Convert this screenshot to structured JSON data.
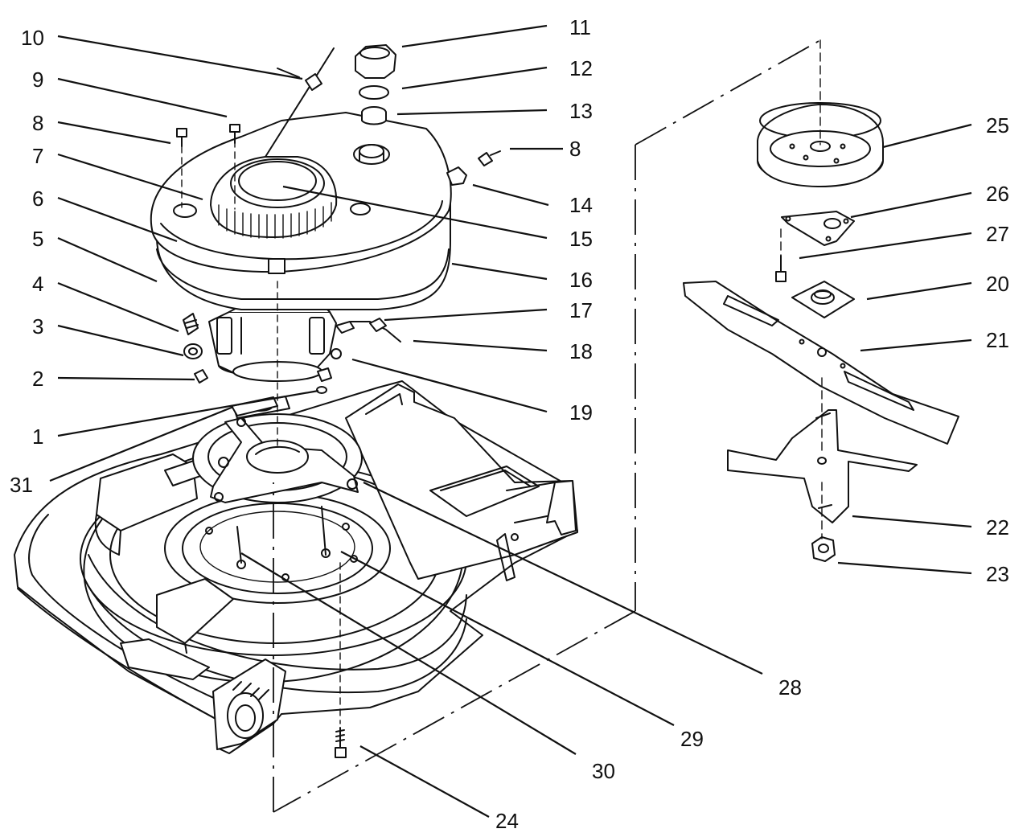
{
  "diagram": {
    "callouts": [
      {
        "id": "c10-label",
        "text": "10"
      },
      {
        "id": "c9-label",
        "text": "9"
      },
      {
        "id": "c8a-label",
        "text": "8"
      },
      {
        "id": "c7-label",
        "text": "7"
      },
      {
        "id": "c6-label",
        "text": "6"
      },
      {
        "id": "c5-label",
        "text": "5"
      },
      {
        "id": "c4-label",
        "text": "4"
      },
      {
        "id": "c3-label",
        "text": "3"
      },
      {
        "id": "c2-label",
        "text": "2"
      },
      {
        "id": "c1-label",
        "text": "1"
      },
      {
        "id": "c31-label",
        "text": "31"
      },
      {
        "id": "c11-label",
        "text": "11"
      },
      {
        "id": "c12-label",
        "text": "12"
      },
      {
        "id": "c13-label",
        "text": "13"
      },
      {
        "id": "c8b-label",
        "text": "8"
      },
      {
        "id": "c14-label",
        "text": "14"
      },
      {
        "id": "c15-label",
        "text": "15"
      },
      {
        "id": "c16-label",
        "text": "16"
      },
      {
        "id": "c17-label",
        "text": "17"
      },
      {
        "id": "c18-label",
        "text": "18"
      },
      {
        "id": "c19-label",
        "text": "19"
      },
      {
        "id": "c25-label",
        "text": "25"
      },
      {
        "id": "c26-label",
        "text": "26"
      },
      {
        "id": "c27-label",
        "text": "27"
      },
      {
        "id": "c20-label",
        "text": "20"
      },
      {
        "id": "c21-label",
        "text": "21"
      },
      {
        "id": "c22-label",
        "text": "22"
      },
      {
        "id": "c23-label",
        "text": "23"
      },
      {
        "id": "c28-label",
        "text": "28"
      },
      {
        "id": "c29-label",
        "text": "29"
      },
      {
        "id": "c30-label",
        "text": "30"
      },
      {
        "id": "c24-label",
        "text": "24"
      }
    ]
  }
}
